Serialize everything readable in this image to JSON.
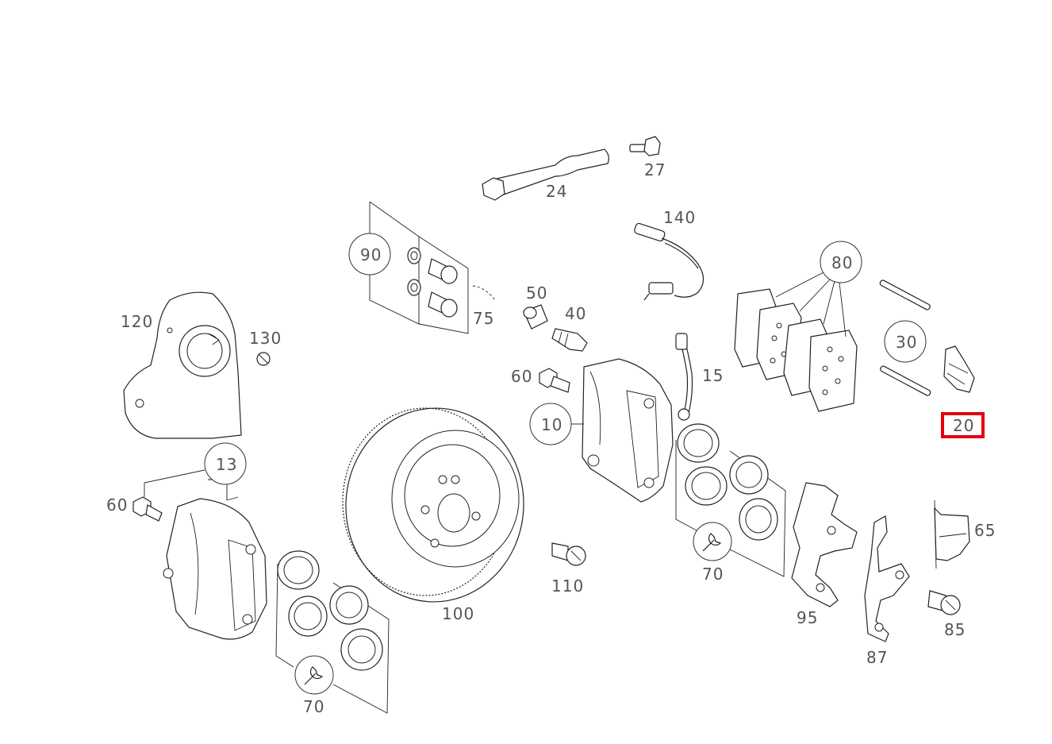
{
  "labels": {
    "l10": "10",
    "l13": "13",
    "l15": "15",
    "l20": "20",
    "l24": "24",
    "l27": "27",
    "l30": "30",
    "l40": "40",
    "l50": "50",
    "l60a": "60",
    "l60b": "60",
    "l65": "65",
    "l70a": "70",
    "l70b": "70",
    "l75": "75",
    "l80": "80",
    "l85": "85",
    "l87": "87",
    "l90": "90",
    "l95": "95",
    "l100": "100",
    "l110": "110",
    "l120": "120",
    "l130": "130",
    "l140": "140"
  },
  "highlight": {
    "part": "20",
    "color": "#e3000f"
  },
  "icons": {
    "repair_kit": "wrench-icon"
  }
}
